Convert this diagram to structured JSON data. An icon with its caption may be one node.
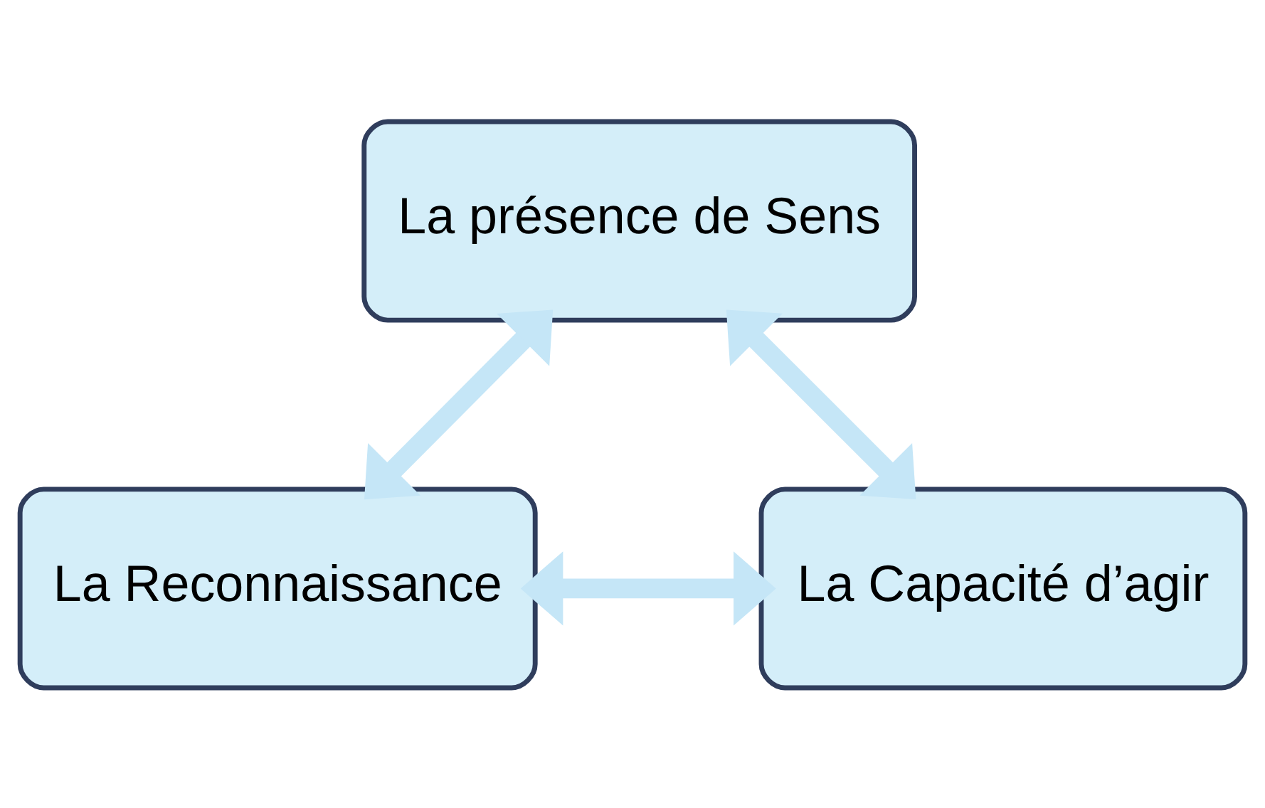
{
  "diagram": {
    "nodes": [
      {
        "text": [
          "La présence de Sens"
        ]
      },
      {
        "text": [
          "La Capacité d’agir"
        ]
      },
      {
        "text": [
          "La Reconnaissance"
        ]
      }
    ],
    "edges": [
      {
        "from": 0,
        "to": 2,
        "arrow": "both"
      },
      {
        "from": 2,
        "to": 1,
        "arrow": "both"
      },
      {
        "from": 1,
        "to": 0,
        "arrow": "both"
      }
    ]
  }
}
